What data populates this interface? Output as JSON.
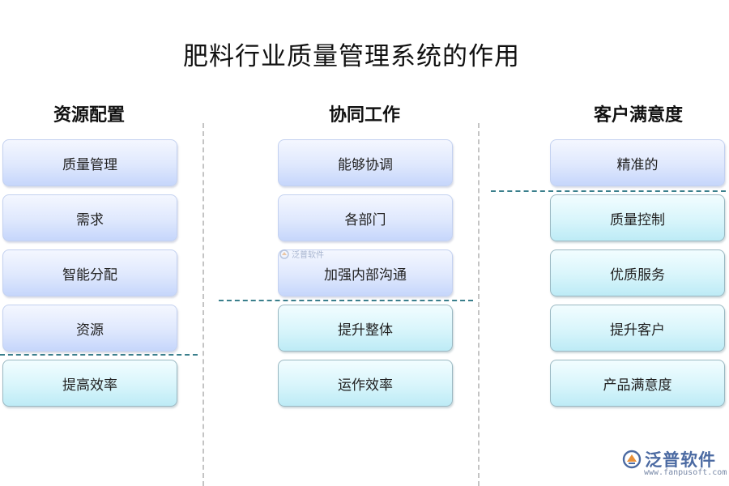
{
  "title": "肥料行业质量管理系统的作用",
  "columns": [
    {
      "heading": "资源配置",
      "boxes": [
        "质量管理",
        "需求",
        "智能分配",
        "资源",
        "提高效率"
      ]
    },
    {
      "heading": "协同工作",
      "boxes": [
        "能够协调",
        "各部门",
        "加强内部沟通",
        "提升整体",
        "运作效率"
      ]
    },
    {
      "heading": "客户满意度",
      "boxes": [
        "精准的",
        "质量控制",
        "优质服务",
        "提升客户",
        "产品满意度"
      ]
    }
  ],
  "watermark": {
    "text": "泛普软件"
  },
  "logo": {
    "name": "泛普软件",
    "url": "www.fanpusoft.com"
  },
  "colors": {
    "box_blue": "#dfe8fd",
    "box_cyan": "#d8f5fb",
    "separator": "#3a7f8c",
    "column_divider": "#c4c4c4"
  }
}
